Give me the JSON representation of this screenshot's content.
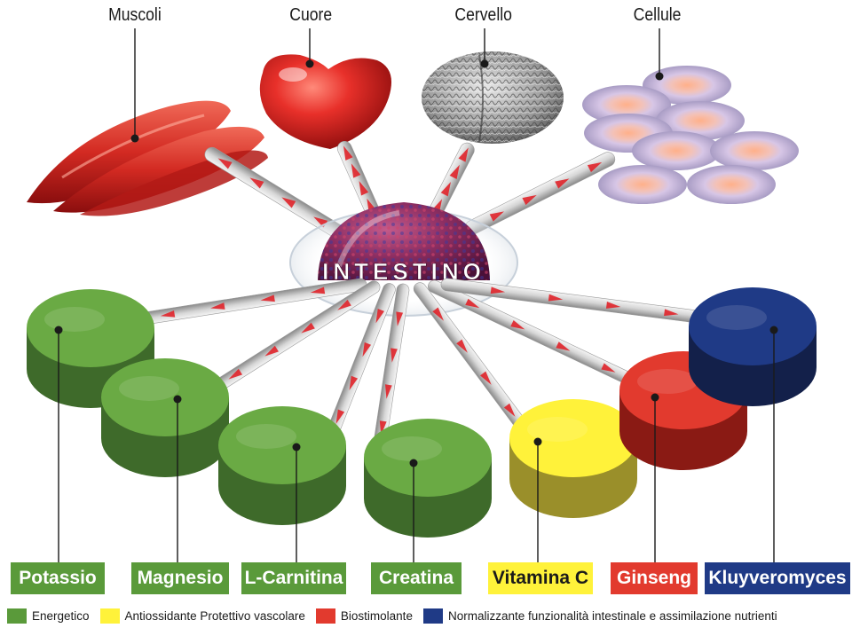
{
  "organs": [
    {
      "key": "muscoli",
      "label": "Muscoli"
    },
    {
      "key": "cuore",
      "label": "Cuore"
    },
    {
      "key": "cervello",
      "label": "Cervello"
    },
    {
      "key": "cellule",
      "label": "Cellule"
    }
  ],
  "center": {
    "label": "INTESTINO"
  },
  "nutrients": [
    {
      "key": "potassio",
      "label": "Potassio",
      "category": "energetico"
    },
    {
      "key": "magnesio",
      "label": "Magnesio",
      "category": "energetico"
    },
    {
      "key": "l-carnitina",
      "label": "L-Carnitina",
      "category": "energetico"
    },
    {
      "key": "creatina",
      "label": "Creatina",
      "category": "energetico"
    },
    {
      "key": "vitamina-c",
      "label": "Vitamina C",
      "category": "antiossidante"
    },
    {
      "key": "ginseng",
      "label": "Ginseng",
      "category": "biostimolante"
    },
    {
      "key": "kluyveromyces",
      "label": "Kluyveromyces",
      "category": "normalizzante"
    }
  ],
  "legend": [
    {
      "key": "energetico",
      "label": "Energetico",
      "color": "#5a9a3a"
    },
    {
      "key": "antiossidante",
      "label": "Antiossidante Protettivo vascolare",
      "color": "#fff23a"
    },
    {
      "key": "biostimolante",
      "label": "Biostimolante",
      "color": "#e23a2e"
    },
    {
      "key": "normalizzante",
      "label": "Normalizzante funzionalità intestinale e assimilazione nutrienti",
      "color": "#1f3a86"
    }
  ],
  "colors": {
    "energetico_text": "#ffffff",
    "antiossidante_text": "#1a1a1a",
    "biostimolante_text": "#ffffff",
    "normalizzante_text": "#ffffff"
  }
}
